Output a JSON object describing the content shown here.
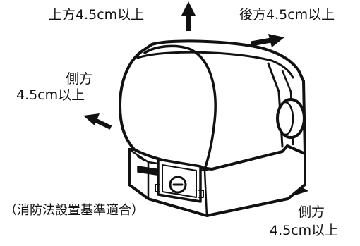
{
  "labels": {
    "top": "上方4.5cm以上",
    "back": "後方4.5cm以上",
    "left_line1": "側方",
    "left_line2": "4.5cm以上",
    "right_line1": "側方",
    "right_line2": "4.5cm以上",
    "note": "（消防法設置基準適合）"
  }
}
